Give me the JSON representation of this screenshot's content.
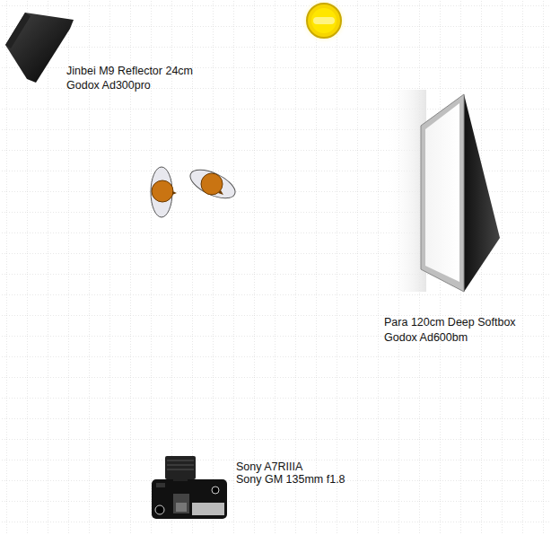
{
  "diagram": {
    "labels": [
      "Jinbei M9 Reflector 24cm",
      "Godox Ad300pro",
      "Para 120cm Deep Softbox",
      "Godox Ad600bm",
      "Sony A7RIIIA",
      "Sony GM 135mm f1.8"
    ]
  }
}
